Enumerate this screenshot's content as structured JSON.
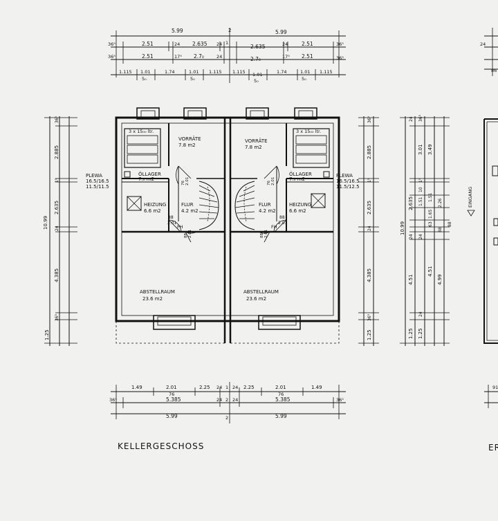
{
  "sheet": {
    "title": "KELLERGESCHOSS",
    "next_title": "ER"
  },
  "dims_top": {
    "row1": [
      "5.99",
      "2",
      "5.99"
    ],
    "row2_left": [
      "36⁵",
      "2.51",
      "24",
      "2.635",
      "24",
      "1"
    ],
    "row2_right": [
      "2.635",
      "24",
      "2.51",
      "36⁵"
    ],
    "row3_left": [
      "36⁵",
      "2.51",
      "17⁵",
      "2.7₀",
      "24"
    ],
    "row3_right": [
      "2.7₀",
      "17⁵",
      "2.51",
      "36⁵"
    ],
    "row4_left": [
      "1.115",
      "1.01",
      "5₀",
      "1.74",
      "1.01",
      "5₀",
      "1.115"
    ],
    "row4_right": [
      "1.115",
      "1.01",
      "5₀",
      "1.74",
      "1.01",
      "5₀",
      "1.115"
    ],
    "far_right": [
      "24",
      "86"
    ]
  },
  "dims_bottom": {
    "row1_left": [
      "1.49",
      "2.01",
      "76",
      "2.25",
      "24",
      "1"
    ],
    "row1_right": [
      "24",
      "2.25",
      "2.01",
      "76",
      "1.49"
    ],
    "row2": [
      "36⁵",
      "5.385",
      "24",
      "2",
      "24",
      "5.385",
      "36⁵"
    ],
    "row3": [
      "5.99",
      "2",
      "5.99"
    ],
    "far_right": "91"
  },
  "dims_left": {
    "total": "10.99",
    "segments": [
      "36⁵",
      "2.885",
      "1⁵",
      "2.635",
      "24",
      "4.385",
      "36⁵",
      "1.25"
    ]
  },
  "dims_right": {
    "total": "10.99",
    "segments": [
      "36⁵",
      "2.885",
      "1⁵",
      "2.635",
      "24",
      "4.385",
      "36⁵",
      "1.25"
    ]
  },
  "dims_far_right": {
    "total": "10.99",
    "col1": [
      "24",
      "3.01",
      "1⁵",
      "2.635",
      "24",
      "4.51",
      "1.25"
    ],
    "col2": [
      "36⁵",
      "3.01",
      "1⁵",
      "10",
      "1.51",
      "1.65",
      "63",
      "88",
      "24",
      "4.51",
      "24",
      "1.25"
    ],
    "col3": [
      "3.49",
      "2.26",
      "1.51",
      "88",
      "4.99"
    ],
    "entrance": "EINGANG"
  },
  "plewa": {
    "left": [
      "PLEWA",
      "16.5/16.5",
      "11.5/11.5"
    ],
    "right": [
      "PLEWA",
      "16.5/16.5",
      "11.5/12.5"
    ]
  },
  "left_unit": {
    "tank": "3 x 15₀₀ ltr.",
    "vorraete": {
      "name": "VORRÄTE",
      "area": "7.8 m2"
    },
    "oellager": {
      "name": "ÖLLAGER",
      "area": "7.₀ m2"
    },
    "heizung": {
      "name": "HEIZUNG",
      "area": "6.6 m2"
    },
    "flur": {
      "name": "FLUR",
      "area": "4.2 m2"
    },
    "abstell": {
      "name": "ABSTELLRAUM",
      "area": "23.6 m2"
    },
    "door_a": [
      "76",
      "2.01"
    ],
    "door_b": [
      "88",
      "2.01"
    ],
    "door_c": [
      "88",
      "2.01"
    ],
    "fh": "FH"
  },
  "right_unit": {
    "tank": "3 x 15₀₀ ltr.",
    "vorraete": {
      "name": "VORRÄTE",
      "area": "7.8 m2"
    },
    "oellager": {
      "name": "ÖLLAGER",
      "area": "7.₀ m2"
    },
    "heizung": {
      "name": "HEIZUNG",
      "area": "6.6 m2"
    },
    "flur": {
      "name": "FLUR",
      "area": "4.2 m2"
    },
    "abstell": {
      "name": "ABSTELLRAUM",
      "area": "23.6 m2"
    },
    "door_a": [
      "76",
      "2.01"
    ],
    "door_b": [
      "88",
      "2.01"
    ],
    "door_c": [
      "88",
      "2.01"
    ],
    "fh": "FH"
  }
}
